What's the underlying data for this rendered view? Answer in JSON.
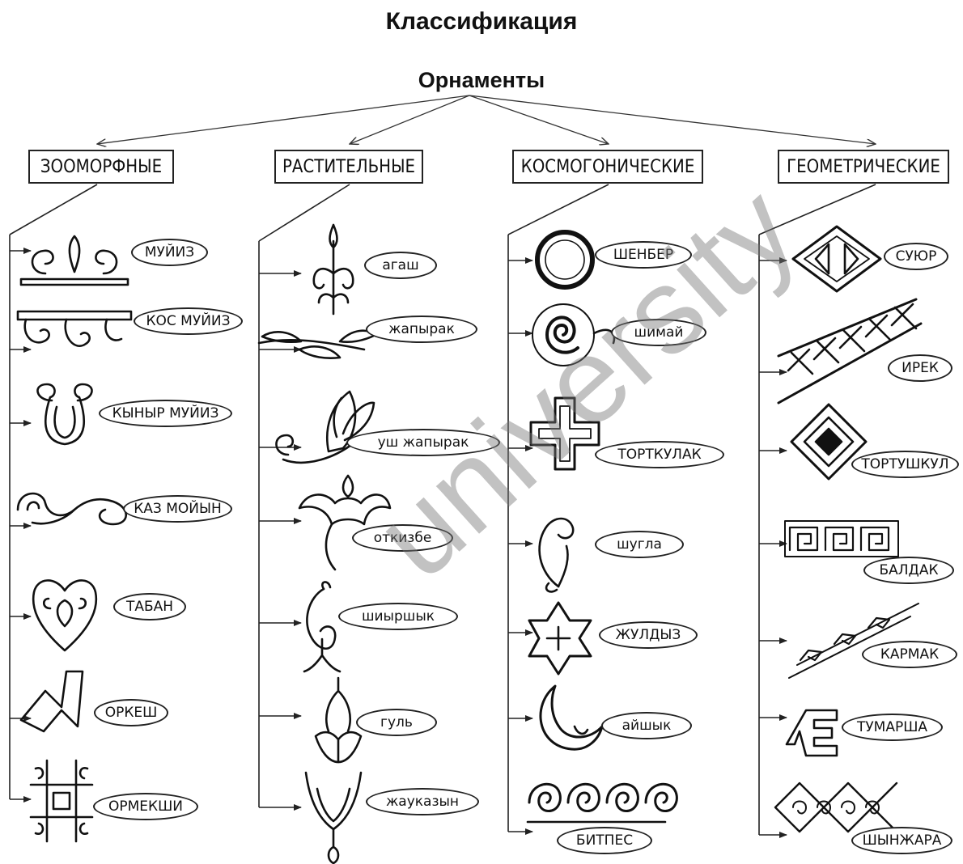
{
  "header": {
    "title": "Классификация"
  },
  "root": {
    "label": "Орнаменты"
  },
  "categories": [
    {
      "label": "ЗООМОРФНЫЕ",
      "items": [
        {
          "label": "МУЙИЗ",
          "icon": "horn-scroll-icon"
        },
        {
          "label": "КОС МУЙИЗ",
          "icon": "double-horn-icon"
        },
        {
          "label": "КЫНЫР МУЙИЗ",
          "icon": "curved-horn-icon"
        },
        {
          "label": "КАЗ МОЙЫН",
          "icon": "goose-neck-icon"
        },
        {
          "label": "ТАБАН",
          "icon": "heart-sole-icon"
        },
        {
          "label": "ОРКЕШ",
          "icon": "hump-zigzag-icon"
        },
        {
          "label": "ОРМЕКШИ",
          "icon": "spider-icon"
        }
      ]
    },
    {
      "label": "РАСТИТЕЛЬНЫЕ",
      "items": [
        {
          "label": "агаш",
          "icon": "tree-icon"
        },
        {
          "label": "жапырак",
          "icon": "leaf-icon"
        },
        {
          "label": "уш жапырак",
          "icon": "three-leaf-icon"
        },
        {
          "label": "откизбе",
          "icon": "bud-icon"
        },
        {
          "label": "шиыршык",
          "icon": "curl-icon"
        },
        {
          "label": "гуль",
          "icon": "flower-icon"
        },
        {
          "label": "жауказын",
          "icon": "tulip-icon"
        }
      ]
    },
    {
      "label": "КОСМОГОНИЧЕСКИЕ",
      "items": [
        {
          "label": "ШЕНБЕР",
          "icon": "ring-icon"
        },
        {
          "label": "шимай",
          "icon": "spiral-icon"
        },
        {
          "label": "ТОРТКУЛАК",
          "icon": "cross-icon"
        },
        {
          "label": "шугла",
          "icon": "flame-icon"
        },
        {
          "label": "ЖУЛДЫЗ",
          "icon": "star-icon"
        },
        {
          "label": "айшык",
          "icon": "crescent-icon"
        },
        {
          "label": "БИТПЕС",
          "icon": "wave-spiral-icon"
        }
      ]
    },
    {
      "label": "ГЕОМЕТРИЧЕСКИЕ",
      "items": [
        {
          "label": "СУЮР",
          "icon": "rhombus-icon"
        },
        {
          "label": "ИРЕК",
          "icon": "lattice-icon"
        },
        {
          "label": "ТОРТУШКУЛ",
          "icon": "diamond-icon"
        },
        {
          "label": "БАЛДАК",
          "icon": "meander-icon"
        },
        {
          "label": "КАРМАК",
          "icon": "hook-icon"
        },
        {
          "label": "ТУМАРША",
          "icon": "amulet-icon"
        },
        {
          "label": "ШЫНЖАРА",
          "icon": "chain-icon"
        }
      ]
    }
  ],
  "watermark": {
    "text": "university"
  }
}
